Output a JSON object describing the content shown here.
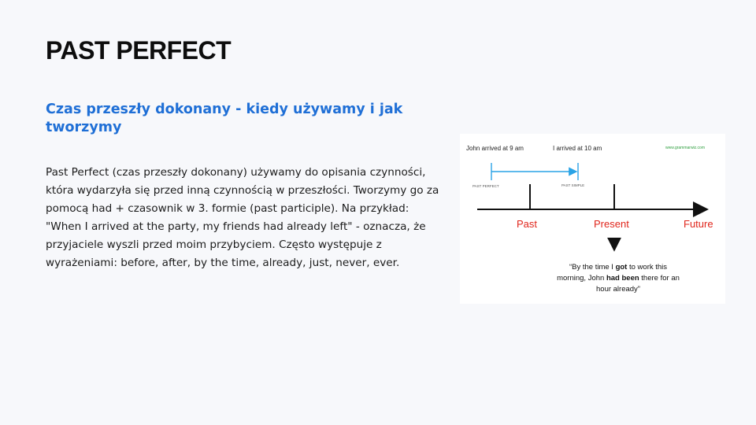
{
  "slide": {
    "title": "PAST PERFECT",
    "subtitle": "Czas przeszły dokonany - kiedy używamy i jak tworzymy",
    "body": "Past Perfect (czas przeszły dokonany) używamy do opisania czynności, która wydarzyła się przed inną czynnością w przeszłości. Tworzymy go za pomocą had + czasownik w 3. formie (past participle). Na przykład: \"When I arrived at the party, my friends had already left\" - oznacza, że przyjaciele wyszli przed moim przybyciem. Często występuje z wyrażeniami: before, after, by the time, already, just, never, ever."
  },
  "figure": {
    "label_left": "John arrived at 9 am",
    "label_right": "I arrived at 10 am",
    "watermark": "www.grammarwiz.com",
    "tag_past_perfect": "PAST PERFECT",
    "tag_past_simple": "PAST SIMPLE",
    "point_past": "Past",
    "point_present": "Present",
    "point_future": "Future",
    "quote_l1_a": "“By the time I ",
    "quote_l1_b": "got",
    "quote_l1_c": " to work this",
    "quote_l2_a": "morning, John ",
    "quote_l2_b": "had been",
    "quote_l2_c": " there for an",
    "quote_l3": "hour already”",
    "colors": {
      "arrow": "#29a3e6",
      "labels_red": "#e0251b",
      "accent_blue": "#1f6fd6",
      "watermark": "#2e9e3e"
    }
  }
}
